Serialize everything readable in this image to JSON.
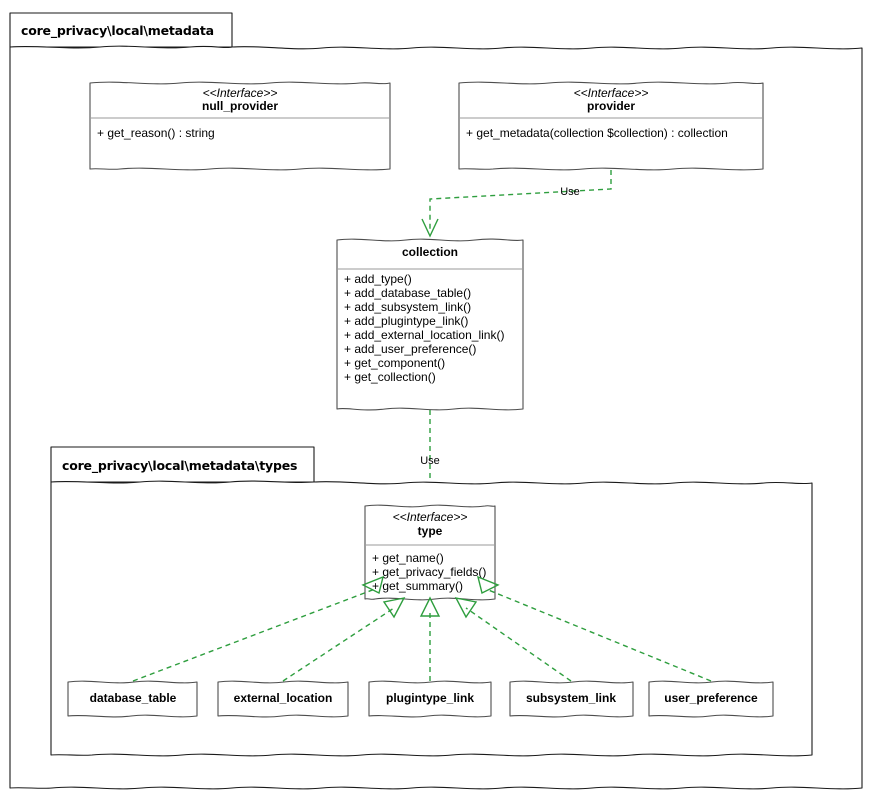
{
  "diagram": {
    "kind": "uml-class-diagram",
    "colors": {
      "relation_green": "#2e9e3e",
      "box_border": "#4d4d4d",
      "package_border": "#1a1a1a",
      "divider": "#9a9a9a",
      "background": "#ffffff",
      "text": "#000000"
    }
  },
  "packages": [
    {
      "id": "pkg-metadata",
      "label": "core_privacy\\local\\metadata"
    },
    {
      "id": "pkg-types",
      "label": "core_privacy\\local\\metadata\\types"
    }
  ],
  "classes": [
    {
      "id": "null_provider",
      "stereotype": "<<Interface>>",
      "name": "null_provider",
      "members": [
        "+ get_reason() : string"
      ]
    },
    {
      "id": "provider",
      "stereotype": "<<Interface>>",
      "name": "provider",
      "members": [
        "+ get_metadata(collection $collection) : collection"
      ]
    },
    {
      "id": "collection",
      "stereotype": "",
      "name": "collection",
      "members": [
        "+ add_type()",
        "+ add_database_table()",
        "+ add_subsystem_link()",
        "+ add_plugintype_link()",
        "+ add_external_location_link()",
        "+ add_user_preference()",
        "+ get_component()",
        "+ get_collection()"
      ]
    },
    {
      "id": "type",
      "stereotype": "<<Interface>>",
      "name": "type",
      "members": [
        "+ get_name()",
        "+ get_privacy_fields()",
        "+ get_summary()"
      ]
    },
    {
      "id": "database_table",
      "stereotype": "",
      "name": "database_table",
      "members": []
    },
    {
      "id": "external_location",
      "stereotype": "",
      "name": "external_location",
      "members": []
    },
    {
      "id": "plugintype_link",
      "stereotype": "",
      "name": "plugintype_link",
      "members": []
    },
    {
      "id": "subsystem_link",
      "stereotype": "",
      "name": "subsystem_link",
      "members": []
    },
    {
      "id": "user_preference",
      "stereotype": "",
      "name": "user_preference",
      "members": []
    }
  ],
  "relationships": [
    {
      "id": "rel-provider-collection",
      "from": "provider",
      "to": "collection",
      "type": "dependency",
      "label": "Use",
      "arrow": "open"
    },
    {
      "id": "rel-collection-type",
      "from": "collection",
      "to": "type",
      "type": "dependency",
      "label": "Use",
      "arrow": "open"
    },
    {
      "id": "rel-database_table-type",
      "from": "database_table",
      "to": "type",
      "type": "realization",
      "label": "",
      "arrow": "hollow-triangle"
    },
    {
      "id": "rel-external_location-type",
      "from": "external_location",
      "to": "type",
      "type": "realization",
      "label": "",
      "arrow": "hollow-triangle"
    },
    {
      "id": "rel-plugintype_link-type",
      "from": "plugintype_link",
      "to": "type",
      "type": "realization",
      "label": "",
      "arrow": "hollow-triangle"
    },
    {
      "id": "rel-subsystem_link-type",
      "from": "subsystem_link",
      "to": "type",
      "type": "realization",
      "label": "",
      "arrow": "hollow-triangle"
    },
    {
      "id": "rel-user_preference-type",
      "from": "user_preference",
      "to": "type",
      "type": "realization",
      "label": "",
      "arrow": "hollow-triangle"
    }
  ]
}
